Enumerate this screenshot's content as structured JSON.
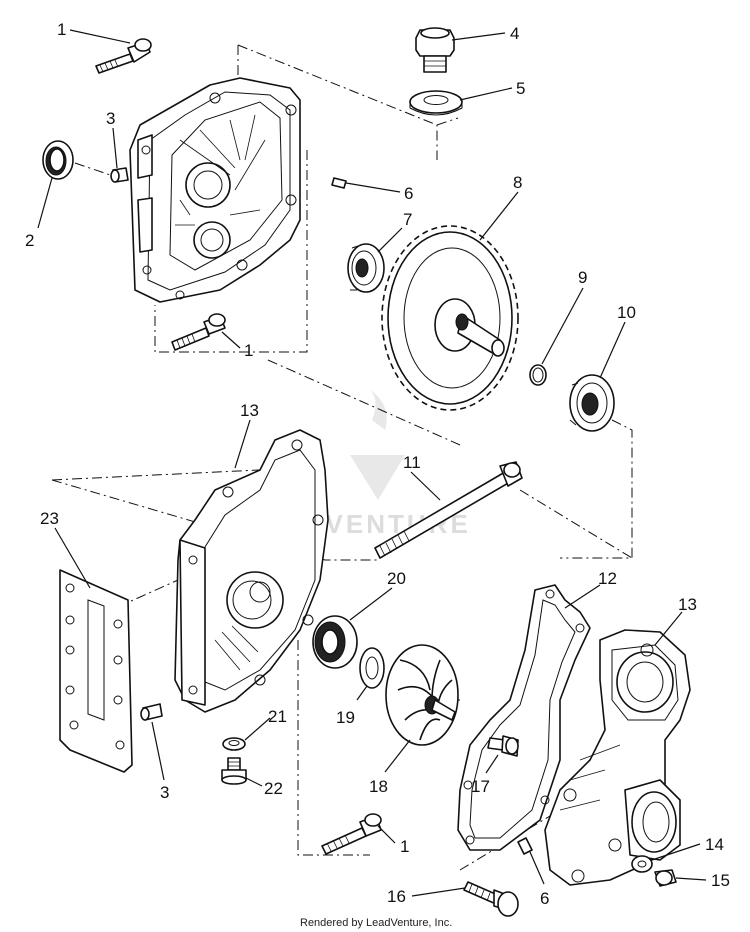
{
  "diagram": {
    "watermark": "ADVENTURE",
    "footer": "Rendered by LeadVenture, Inc.",
    "callouts": {
      "c1a": "1",
      "c2": "2",
      "c3a": "3",
      "c4": "4",
      "c5": "5",
      "c6a": "6",
      "c7": "7",
      "c8": "8",
      "c1b": "1",
      "c9": "9",
      "c10": "10",
      "c13a": "13",
      "c11": "11",
      "c23": "23",
      "c20": "20",
      "c12": "12",
      "c13b": "13",
      "c21": "21",
      "c19": "19",
      "c3b": "3",
      "c22": "22",
      "c18": "18",
      "c17": "17",
      "c1c": "1",
      "c14": "14",
      "c6b": "6",
      "c15": "15",
      "c16": "16"
    }
  }
}
